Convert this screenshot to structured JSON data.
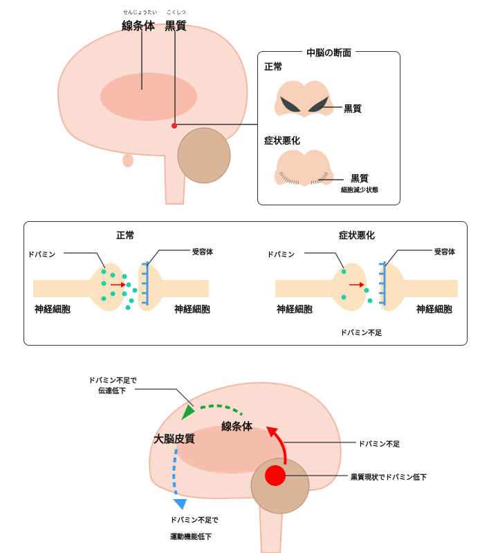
{
  "top": {
    "striatum_reading": "せんじょうたい",
    "striatum": "線条体",
    "nigra_reading": "こくしつ",
    "nigra": "黒質"
  },
  "midbrain_panel": {
    "title": "中脳の断面",
    "normal": "正常",
    "normal_label": "黒質",
    "worse": "症状悪化",
    "worse_label": "黒質",
    "worse_sublabel": "細胞減少状態"
  },
  "synapse_panel": {
    "normal": {
      "title": "正常",
      "dopamine": "ドバミン",
      "receptor": "受容体",
      "neuron_left": "神経細胞",
      "neuron_right": "神経細胞"
    },
    "worse": {
      "title": "症状悪化",
      "dopamine": "ドバミン",
      "receptor": "受容体",
      "neuron_left": "神経細胞",
      "neuron_right": "神経細胞",
      "shortage": "ドバミン不足"
    }
  },
  "bottom": {
    "transmission_1": "ドバミン不足で",
    "transmission_2": "伝達低下",
    "cortex": "大脳皮質",
    "striatum": "線条体",
    "shortage": "ドバミン不足",
    "nigra_decline": "黒質現状でドバミン低下",
    "motor_1": "ドバミン不足で",
    "motor_2": "運動機能低下"
  },
  "colors": {
    "brain": "#f9d5c8",
    "striatum": "#f4a898",
    "dopamine": "#1ecfa6",
    "receptor": "#4a9de0",
    "neuron": "#fbe3c0",
    "red": "#ff0000",
    "green": "#1aa53a",
    "blue": "#3c9cf0"
  }
}
